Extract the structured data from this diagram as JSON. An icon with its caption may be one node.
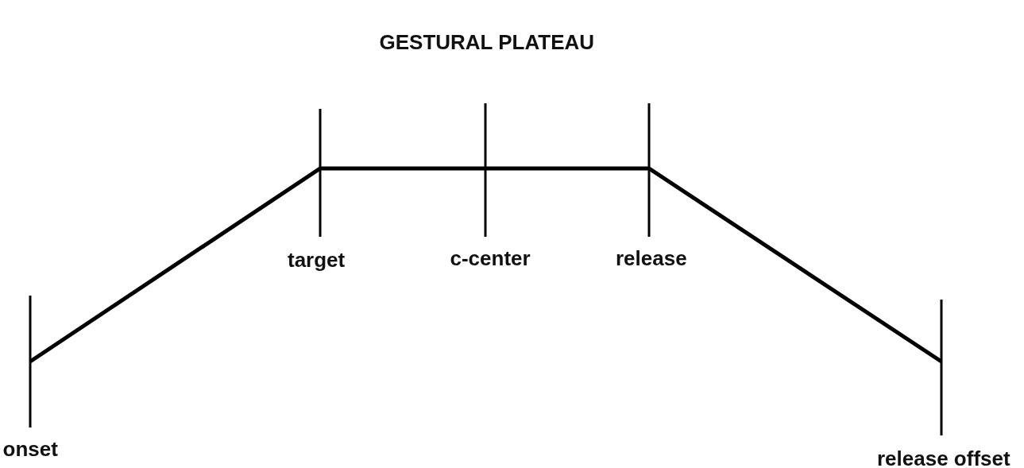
{
  "diagram": {
    "title": "GESTURAL PLATEAU",
    "labels": [
      "target",
      "c-center",
      "release",
      "onset",
      "release offset"
    ]
  }
}
